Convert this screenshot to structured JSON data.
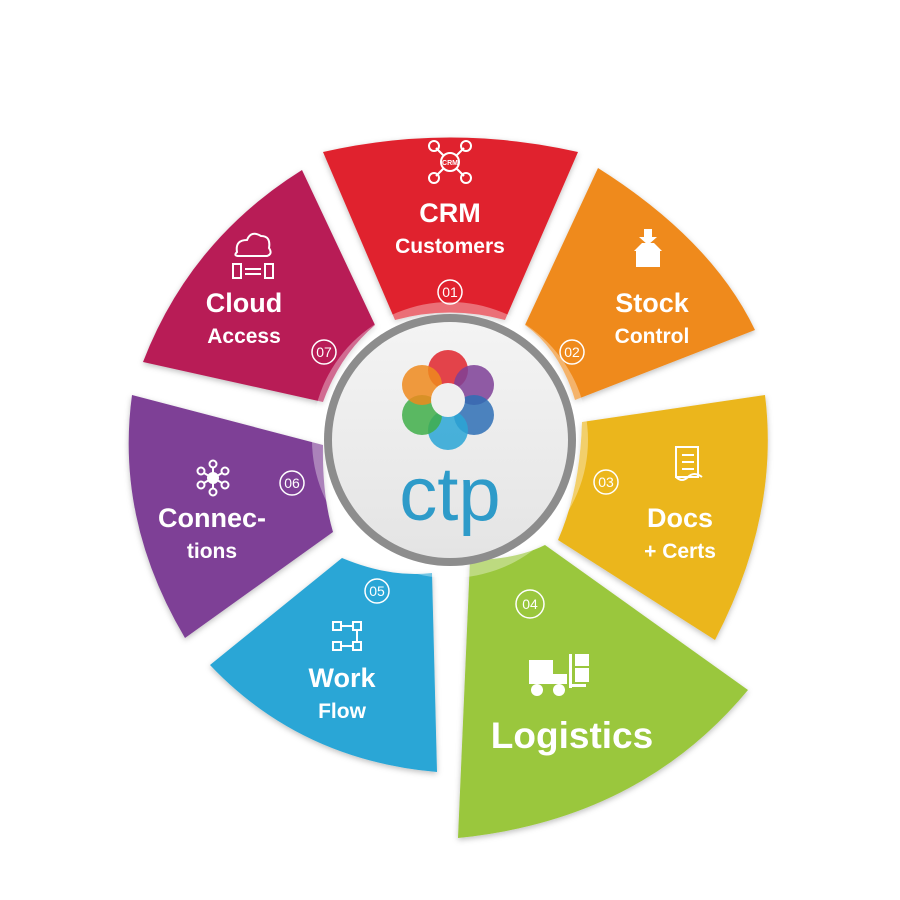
{
  "center": {
    "brand": "ctp",
    "brand_color": "#2e9bc9"
  },
  "segments": [
    {
      "number": "01",
      "title": "CRM",
      "subtitle": "Customers",
      "icon": "crm-network-icon",
      "icon_text": "CRM",
      "color": "#e0242d"
    },
    {
      "number": "02",
      "title": "Stock",
      "subtitle": "Control",
      "icon": "box-download-icon",
      "color": "#ef8a1d"
    },
    {
      "number": "03",
      "title": "Docs",
      "subtitle": "+ Certs",
      "icon": "checklist-document-icon",
      "color": "#ebb61e"
    },
    {
      "number": "04",
      "title": "Logistics",
      "subtitle": "",
      "icon": "forklift-icon",
      "color": "#9ac73c"
    },
    {
      "number": "05",
      "title": "Work",
      "subtitle": "Flow",
      "icon": "workflow-icon",
      "color": "#2aa6d6"
    },
    {
      "number": "06",
      "title": "Connec-",
      "subtitle": "tions",
      "icon": "network-hub-icon",
      "color": "#7e3f96"
    },
    {
      "number": "07",
      "title": "Cloud",
      "subtitle": "Access",
      "icon": "cloud-devices-icon",
      "color": "#b81d56"
    }
  ]
}
